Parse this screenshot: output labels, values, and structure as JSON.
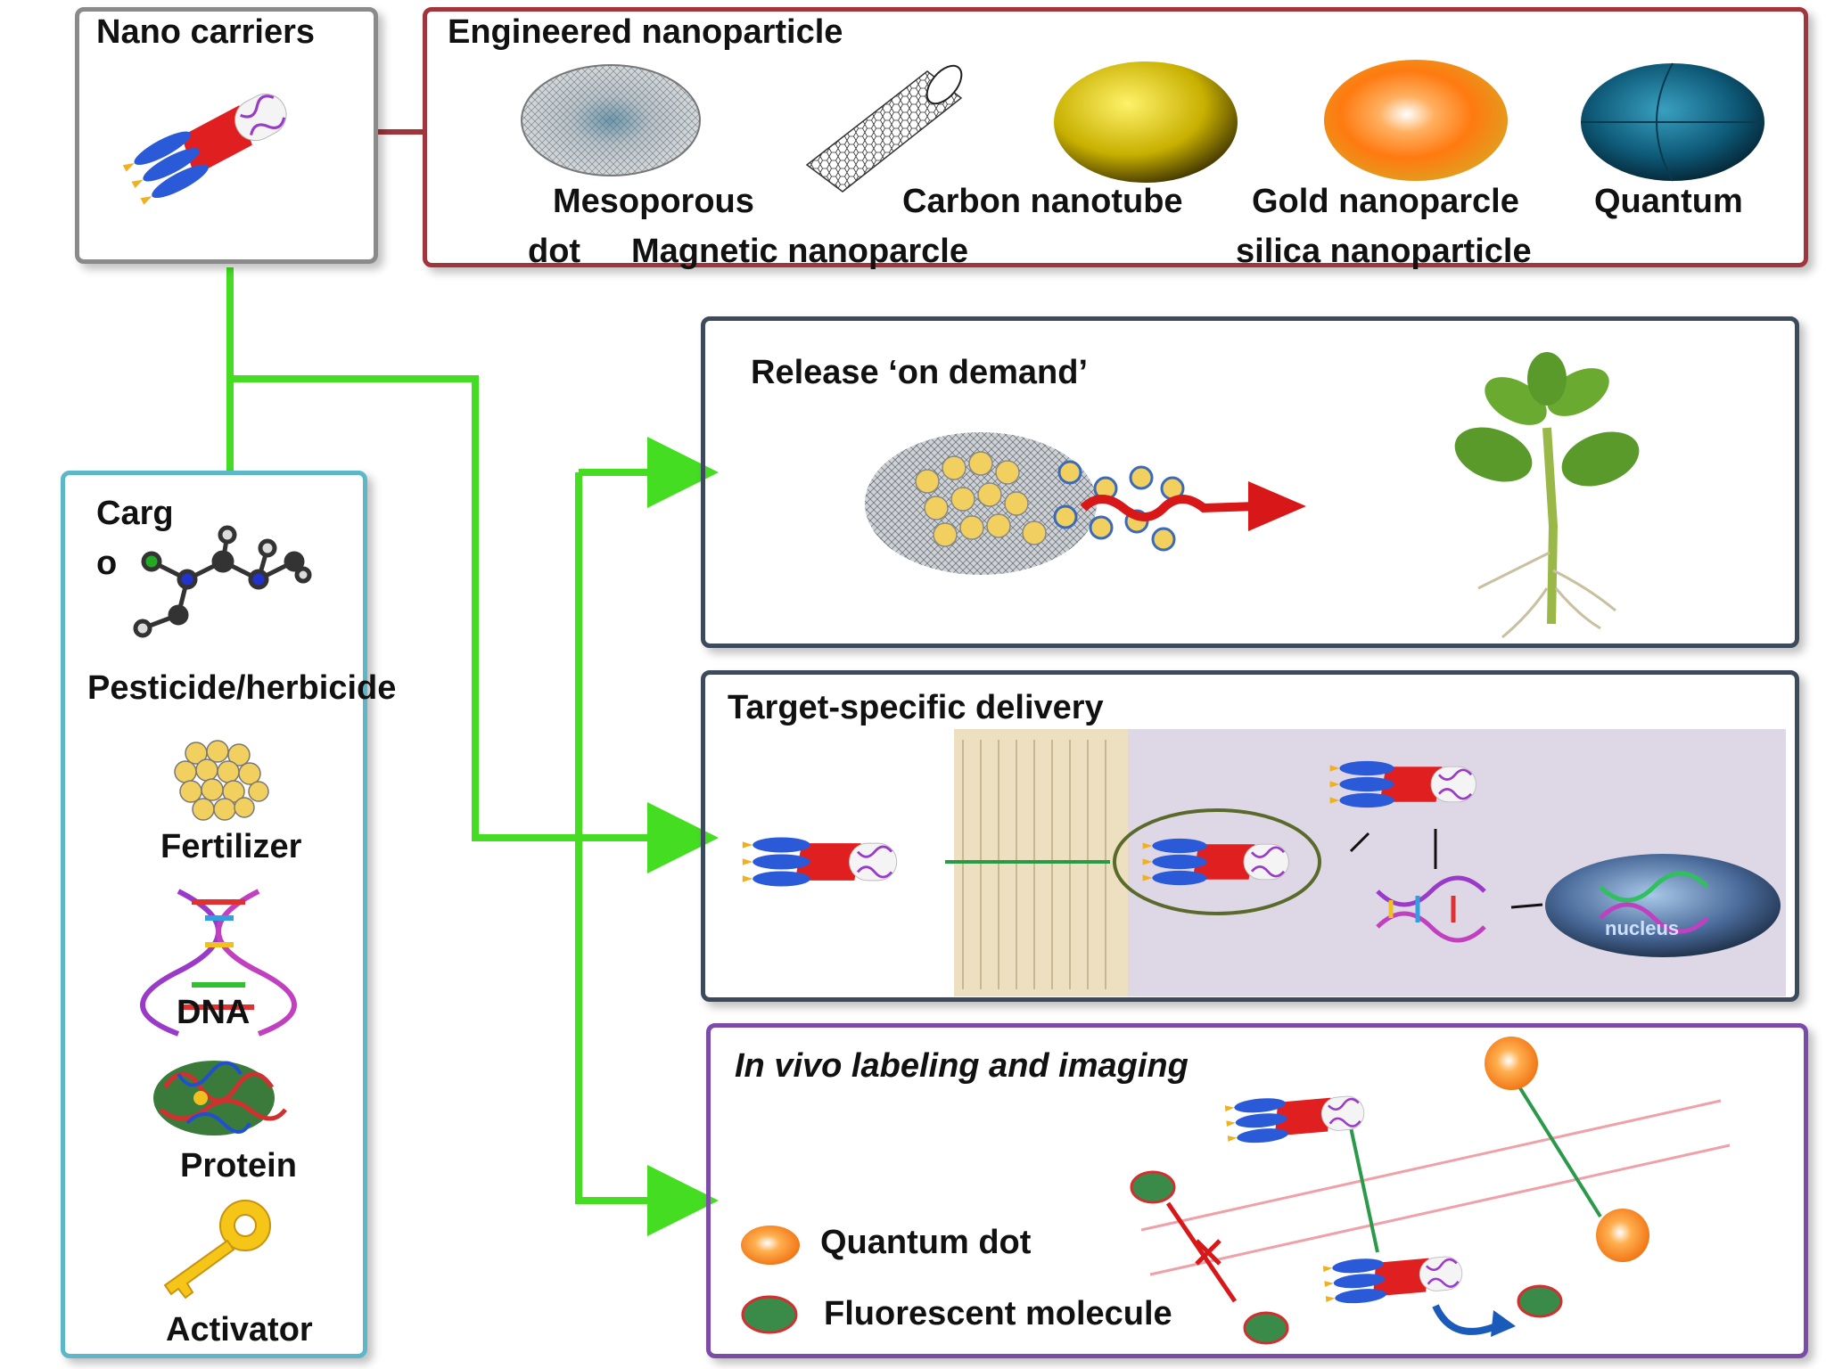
{
  "nano_carriers": {
    "title": "Nano carriers"
  },
  "engineered": {
    "title": "Engineered nanoparticle",
    "labels": {
      "mesoporous": "Mesoporous",
      "carbon_nanotube": "Carbon nanotube",
      "gold": "Gold nanoparcle",
      "quantum": "Quantum",
      "dot": "dot",
      "magnetic": "Magnetic nanoparcle",
      "silica": "silica nanoparticle"
    }
  },
  "cargo": {
    "title_line1": "Carg",
    "title_line2": "o",
    "items": {
      "pesticide": "Pesticide/herbicide",
      "fertilizer": "Fertilizer",
      "dna": "DNA",
      "protein": "Protein",
      "activator": "Activator"
    }
  },
  "release": {
    "title": "Release ‘on demand’"
  },
  "target": {
    "title": "Target-specific delivery",
    "nucleus": "nucleus"
  },
  "imaging": {
    "title": "In vivo labeling and imaging",
    "legend": {
      "quantum_dot": "Quantum dot",
      "fluorescent": "Fluorescent molecule"
    }
  },
  "colors": {
    "nano_border": "#8a8a8a",
    "engineered_border": "#a0353c",
    "cargo_border": "#5cb8c8",
    "panel_border": "#3c4a5c",
    "imaging_border": "#7b4ba8",
    "connector": "#44dd22"
  }
}
